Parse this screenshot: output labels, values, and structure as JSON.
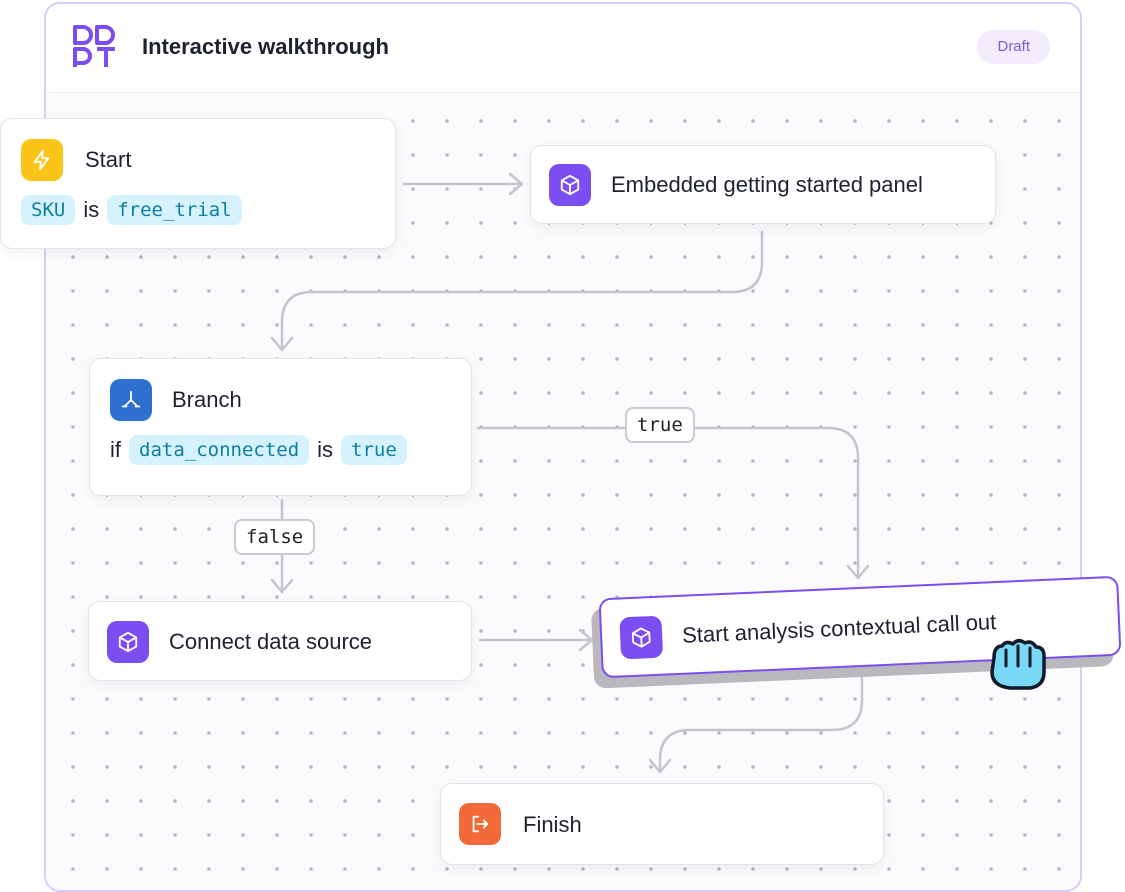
{
  "header": {
    "title": "Interactive walkthrough",
    "status_badge": "Draft"
  },
  "nodes": {
    "start": {
      "label": "Start",
      "condition": {
        "field": "SKU",
        "operator": "is",
        "value": "free_trial"
      }
    },
    "embedded_panel": {
      "label": "Embedded getting started panel"
    },
    "branch": {
      "label": "Branch",
      "condition": {
        "prefix": "if",
        "field": "data_connected",
        "operator": "is",
        "value": "true"
      }
    },
    "connect_data": {
      "label": "Connect data source"
    },
    "start_analysis": {
      "label": "Start analysis contextual call out"
    },
    "finish": {
      "label": "Finish"
    }
  },
  "edge_labels": {
    "true_label": "true",
    "false_label": "false"
  },
  "colors": {
    "accent_purple": "#7c4df0",
    "start_yellow": "#fcc419",
    "branch_blue": "#2f6fcf",
    "finish_orange": "#f26a3a",
    "chip_bg": "#d6f3fd",
    "chip_text": "#0e7fa3"
  },
  "icons": {
    "start": "lightning-icon",
    "step": "cube-icon",
    "branch": "branch-icon",
    "finish": "exit-icon",
    "cursor": "grab-hand-icon"
  }
}
